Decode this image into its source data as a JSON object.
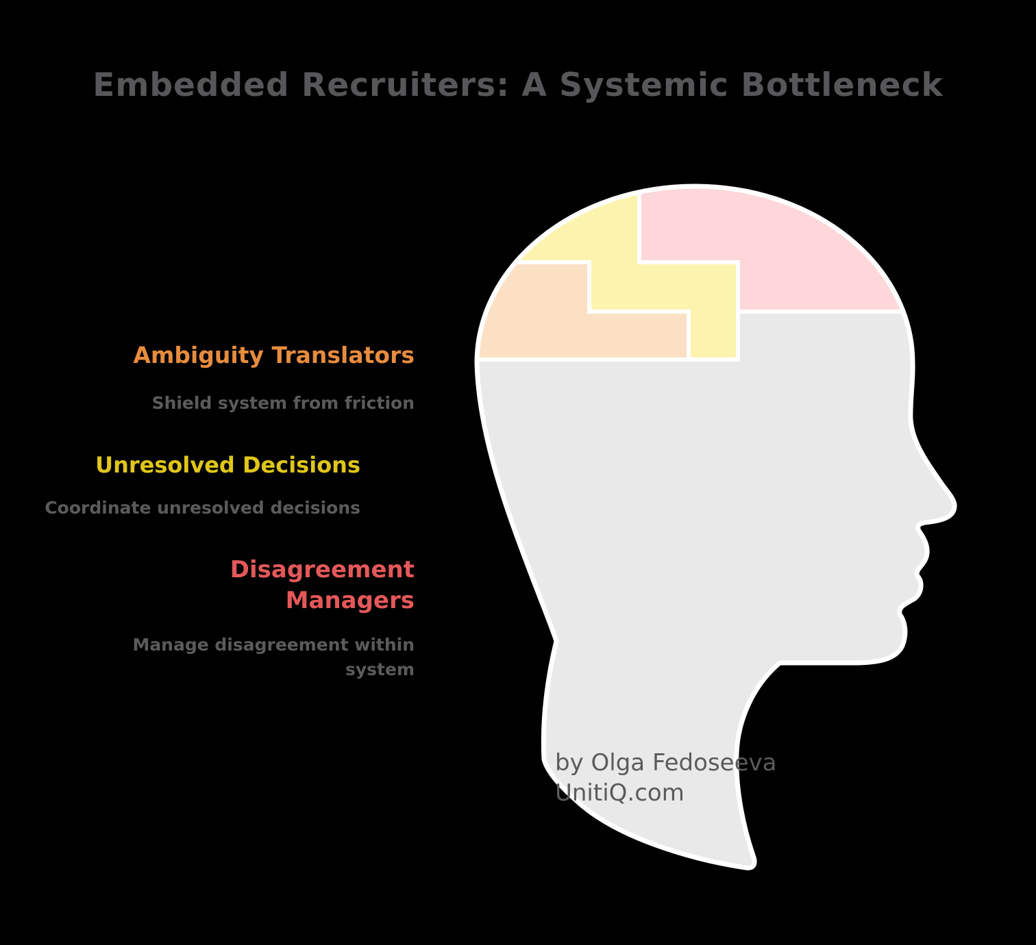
{
  "title": "Embedded Recruiters: A Systemic Bottleneck",
  "sections": [
    {
      "id": "ambiguity",
      "heading": "Ambiguity Translators",
      "subtitle": "Shield system from friction",
      "color": "#e78c3e"
    },
    {
      "id": "unresolved",
      "heading": "Unresolved Decisions",
      "subtitle": "Coordinate unresolved decisions",
      "color": "#e0c61a"
    },
    {
      "id": "disagreement",
      "heading": "Disagreement Managers",
      "subtitle": "Manage disagreement within system",
      "color": "#e4585a"
    }
  ],
  "attribution": {
    "line1": "by Olga Fedoseeva",
    "line2": "UnitiQ.com"
  },
  "head_diagram": {
    "background": "#000000",
    "head_color": "#e9e9e9",
    "outline_color": "#ffffff",
    "pieces": {
      "ambiguity": {
        "label": "Ambiguity Translators piece",
        "color": "#fbe0c4"
      },
      "unresolved": {
        "label": "Unresolved Decisions piece",
        "color": "#fcf4ae"
      },
      "disagreement": {
        "label": "Disagreement Managers piece",
        "color": "#fdd7d9"
      }
    },
    "text_colors": {
      "title": "#57575a",
      "subtitle": "#5b5b5b"
    }
  }
}
